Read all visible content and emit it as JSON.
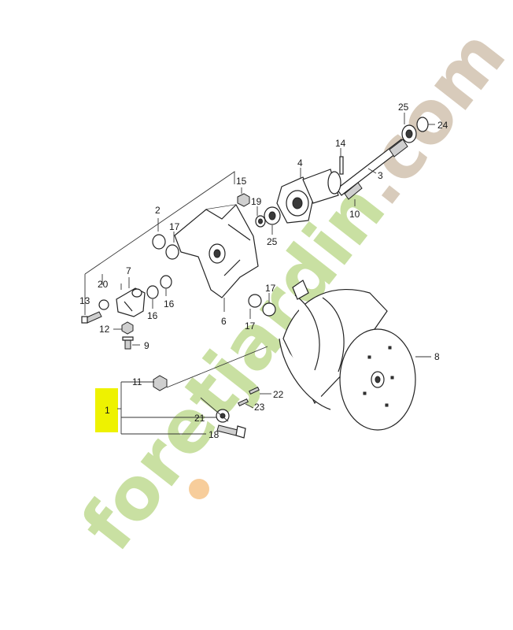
{
  "watermark": {
    "prefix": "foret",
    "middle": "jardin",
    "suffix": ".com",
    "color_green": "#c9e0a2",
    "color_orange": "#f6c890",
    "color_tan": "#d8cbbb"
  },
  "highlight_color": "#eef200",
  "callouts": [
    {
      "id": "p1",
      "text": "1"
    },
    {
      "id": "p2",
      "text": "2"
    },
    {
      "id": "p3",
      "text": "3"
    },
    {
      "id": "p4",
      "text": "4"
    },
    {
      "id": "p6",
      "text": "6"
    },
    {
      "id": "p7",
      "text": "7"
    },
    {
      "id": "p8",
      "text": "8"
    },
    {
      "id": "p9",
      "text": "9"
    },
    {
      "id": "p10",
      "text": "10"
    },
    {
      "id": "p11",
      "text": "11"
    },
    {
      "id": "p12",
      "text": "12"
    },
    {
      "id": "p13",
      "text": "13"
    },
    {
      "id": "p14",
      "text": "14"
    },
    {
      "id": "p15",
      "text": "15"
    },
    {
      "id": "p16a",
      "text": "16"
    },
    {
      "id": "p16b",
      "text": "16"
    },
    {
      "id": "p17a",
      "text": "17"
    },
    {
      "id": "p17b",
      "text": "17"
    },
    {
      "id": "p17c",
      "text": "17"
    },
    {
      "id": "p18",
      "text": "18"
    },
    {
      "id": "p19",
      "text": "19"
    },
    {
      "id": "p20",
      "text": "20"
    },
    {
      "id": "p21",
      "text": "21"
    },
    {
      "id": "p22",
      "text": "22"
    },
    {
      "id": "p23",
      "text": "23"
    },
    {
      "id": "p24",
      "text": "24"
    },
    {
      "id": "p25a",
      "text": "25"
    },
    {
      "id": "p25b",
      "text": "25"
    }
  ]
}
